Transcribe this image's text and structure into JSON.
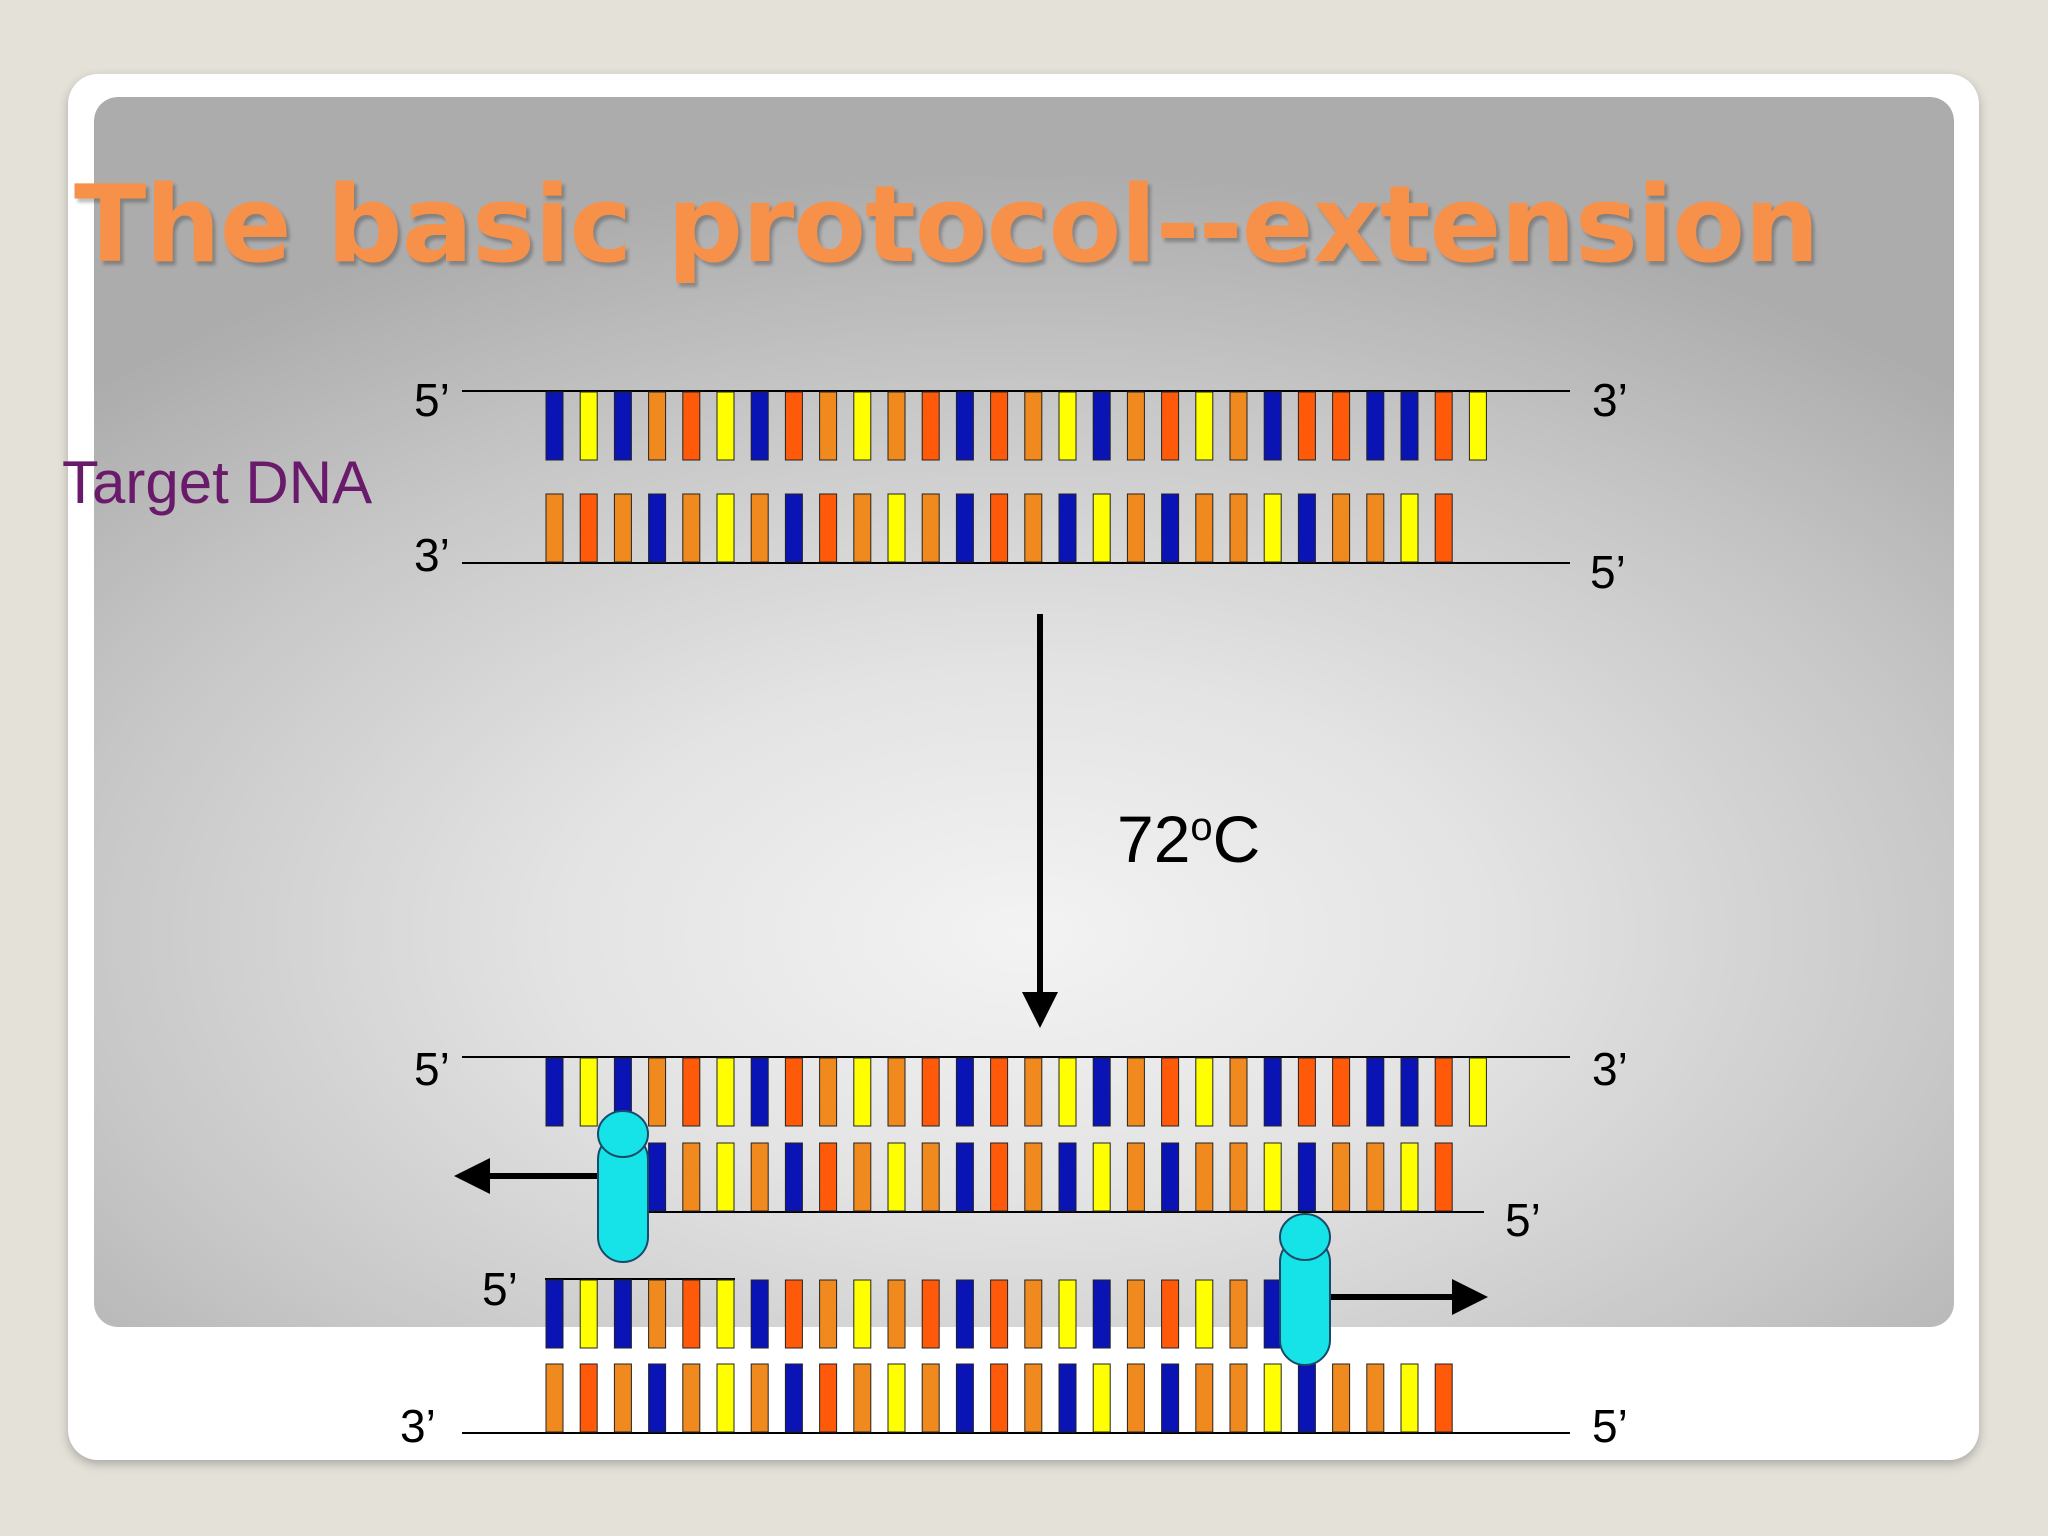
{
  "slide": {
    "title": "The basic protocol--extension",
    "target_label": "Target DNA",
    "temperature": {
      "value": "72",
      "superscript": "o",
      "unit": "C"
    },
    "end_labels": {
      "top_strand_left": "5’",
      "top_strand_right": "3’",
      "bottom_strand_left": "3’",
      "bottom_strand_right": "5’",
      "lower_top_left": "5’",
      "lower_top_right": "3’",
      "new_strand_right": "5’",
      "new_strand_left": "5’",
      "lower_bottom_left": "3’",
      "lower_bottom_right": "5’"
    }
  },
  "base_colors": {
    "B": "#0a14b4",
    "Y": "#ffff00",
    "O": "#f08a1e",
    "R": "#ff5a0a"
  },
  "sequences": {
    "top": "BYBORYBROYORBROYBORYOBRRBBRY",
    "bottom": "OROBOYOBROYOBROBYOBOOYBOOYR"
  },
  "accent_colors": {
    "title": "#f7914a",
    "target_label": "#6a1a6a",
    "primer": "#16e3e8"
  }
}
